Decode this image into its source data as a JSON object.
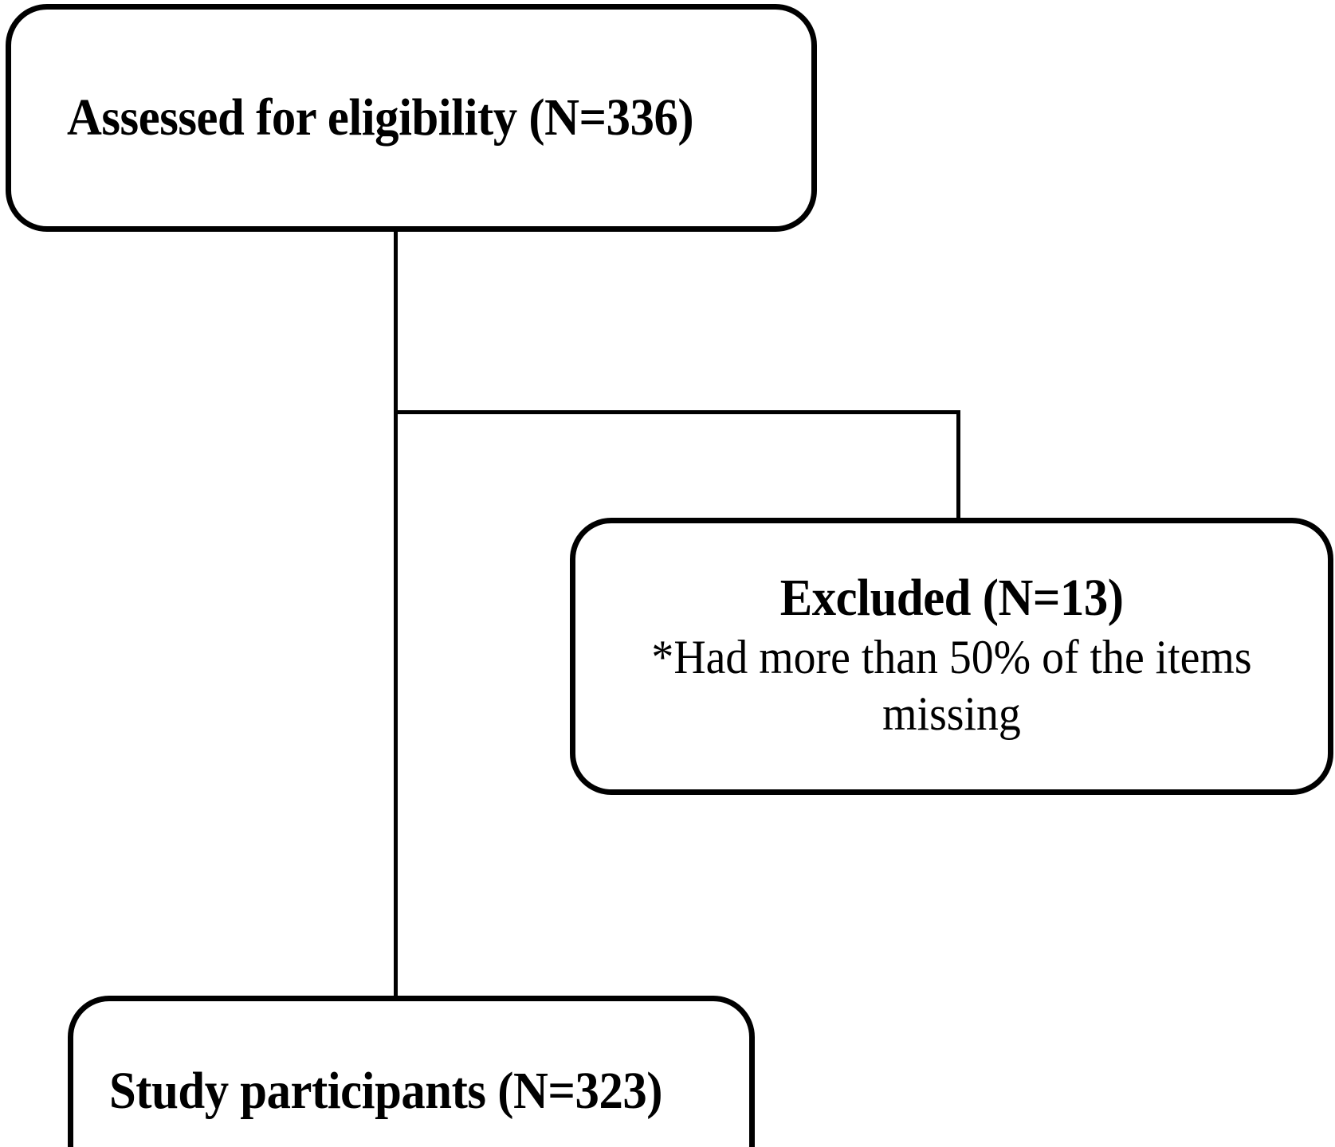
{
  "figure": {
    "type": "consort-flow-diagram",
    "background_color": "#ffffff",
    "line_color": "#000000",
    "text_color": "#000000"
  },
  "nodes": {
    "eligibility": {
      "label": "Assessed for eligibility (N=336)",
      "count": 336
    },
    "excluded": {
      "label": "Excluded (N=13)",
      "reason": "*Had more than 50% of the items missing",
      "count": 13
    },
    "participants": {
      "label": "Study participants (N=323)",
      "count": 323
    }
  },
  "connectors": [
    {
      "name": "eligibility-to-participants",
      "from": "eligibility",
      "to": "participants",
      "orientation": "vertical"
    },
    {
      "name": "eligibility-to-excluded",
      "from": "eligibility",
      "to": "excluded",
      "orientation": "elbow"
    }
  ]
}
